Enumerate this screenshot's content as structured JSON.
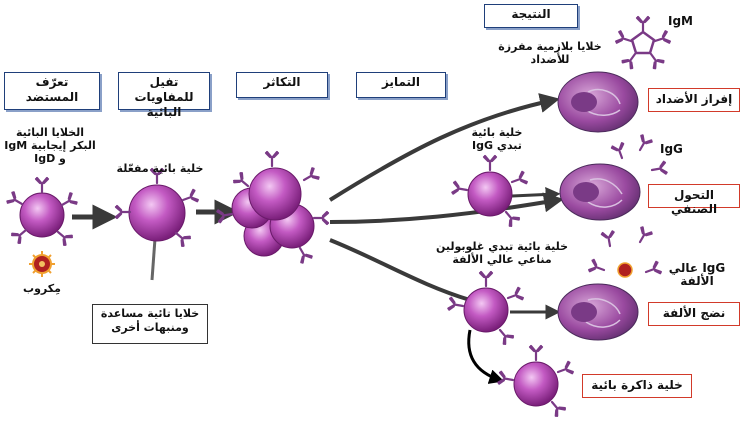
{
  "stage_headers": {
    "antigen_recognition": "تعرّف المستضد",
    "b_cell_activation": "تفيل للمفاويات البائية",
    "proliferation": "التكاثر",
    "differentiation": "التمايز",
    "outcome": "النتيجة"
  },
  "labels": {
    "naive_b_cells": "الخلايا البائية البكر إيجابية IgM و IgD",
    "microbe": "مِكروب",
    "activated_b_cell": "خلية بائية مفعّلة",
    "helper_t_cells": "خلايا تائية مساعدة ومنبهات أخرى",
    "plasma_cells": "خلايا بلازمية مفرزة للأضداد",
    "igm": "IgM",
    "igg_b_cell": "خلية بائية تبدي IgG",
    "igg": "IgG",
    "high_affinity_b_cell": "خلية بائية تبدي غلوبولين مناعي عالي الألفة",
    "high_affinity_igg": "IgG عالي الألفة"
  },
  "outcomes": {
    "antibody_secretion": "إفراز الأضداد",
    "isotype_switching": "التحول الصنفي",
    "affinity_maturation": "نضج الألفة",
    "memory_b_cell": "خلية ذاكرة بائية"
  },
  "colors": {
    "cell_purple": "#8e2c8e",
    "cell_pink": "#c86cc8",
    "antibody_purple": "#7a3a86",
    "header_border": "#1f3f7a",
    "outcome_border": "#d23a2a",
    "arrow_gray": "#3a3a3a",
    "microbe_red": "#b02020"
  }
}
